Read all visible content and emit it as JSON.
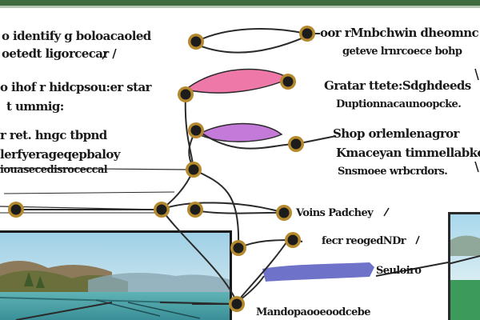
{
  "texts": {
    "l1": "o identify g boloacaoled",
    "l2": "oetedt ligorcecar /",
    "l3": "o ihof r hidcpsou:er star",
    "l4": "t ummig:",
    "l5": "r ret. hngc tbpnd",
    "l6": "lerfyerageqepbaloy",
    "l7": "iouasecedisroceccal",
    "r1": "oor rMnbchwin dheomnc",
    "r2": "geteve lrnrcoece bohp",
    "r3": "Gratar ttete:Sdghdeeds",
    "r4": "Duptionnacaunoopcke.",
    "r5": "Shop orlemlenagror",
    "r6": "Kmaceyan timmellabke",
    "r7": "Snsmoee wrbcrdors.",
    "r8": "Voins Padchey",
    "r9": "fecr reogedNDr",
    "r10": "Seuloiro",
    "r11": "Mandopaooeoodcebe"
  },
  "colors": {
    "top_band": "#3e6a3e",
    "pin_outer": "#b5892e",
    "pin_inner": "#1c1c1c",
    "leaf_pink": "#ee78a8",
    "leaf_violet": "#c47ad8",
    "blue_shape": "#6e72c8",
    "line": "#2a2a2a"
  }
}
